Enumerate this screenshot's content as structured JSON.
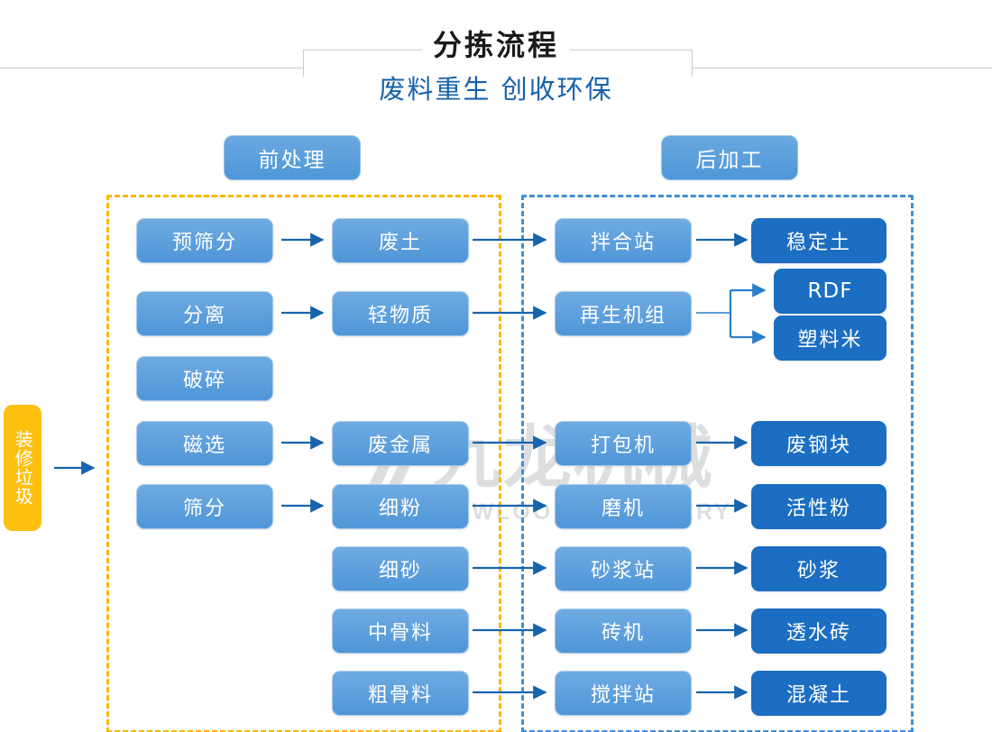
{
  "header": {
    "title": "分拣流程",
    "subtitle": "废料重生 创收环保"
  },
  "sections": [
    {
      "id": "pre",
      "label": "前处理",
      "border_color": "#fbb800"
    },
    {
      "id": "post",
      "label": "后加工",
      "border_color": "#3f8fd8"
    }
  ],
  "input_node": {
    "label": "装修垃圾",
    "color": "#fdc00f"
  },
  "watermark": {
    "cn": "九龙机械",
    "en": "KOWLOONMACHINERY"
  },
  "colors": {
    "light_blue": "#4f96d7",
    "dark_blue": "#1b6ec2",
    "yellow": "#fdc00f",
    "arrow": "#1764ad",
    "title_dark": "#1a1a1a",
    "title_blue": "#1661ab",
    "rule_gray": "#c9ccd3"
  },
  "flow": {
    "col1_process": [
      {
        "label": "预筛分",
        "tone": "light"
      },
      {
        "label": "分离",
        "tone": "light"
      },
      {
        "label": "破碎",
        "tone": "light"
      },
      {
        "label": "磁选",
        "tone": "light"
      },
      {
        "label": "筛分",
        "tone": "light"
      }
    ],
    "col2_material": [
      {
        "label": "废土",
        "tone": "light"
      },
      {
        "label": "轻物质",
        "tone": "light"
      },
      {
        "label": "废金属",
        "tone": "light"
      },
      {
        "label": "细粉",
        "tone": "light"
      },
      {
        "label": "细砂",
        "tone": "light"
      },
      {
        "label": "中骨料",
        "tone": "light"
      },
      {
        "label": "粗骨料",
        "tone": "light"
      }
    ],
    "col3_equipment": [
      {
        "label": "拌合站",
        "tone": "light"
      },
      {
        "label": "再生机组",
        "tone": "light"
      },
      {
        "label": "打包机",
        "tone": "light"
      },
      {
        "label": "磨机",
        "tone": "light"
      },
      {
        "label": "砂浆站",
        "tone": "light"
      },
      {
        "label": "砖机",
        "tone": "light"
      },
      {
        "label": "搅拌站",
        "tone": "light"
      }
    ],
    "col4_product": [
      {
        "label": "稳定土",
        "tone": "dark"
      },
      {
        "label": "RDF",
        "tone": "dark"
      },
      {
        "label": "塑料米",
        "tone": "dark"
      },
      {
        "label": "废钢块",
        "tone": "dark"
      },
      {
        "label": "活性粉",
        "tone": "dark"
      },
      {
        "label": "砂浆",
        "tone": "dark"
      },
      {
        "label": "透水砖",
        "tone": "dark"
      },
      {
        "label": "混凝土",
        "tone": "dark"
      }
    ]
  }
}
